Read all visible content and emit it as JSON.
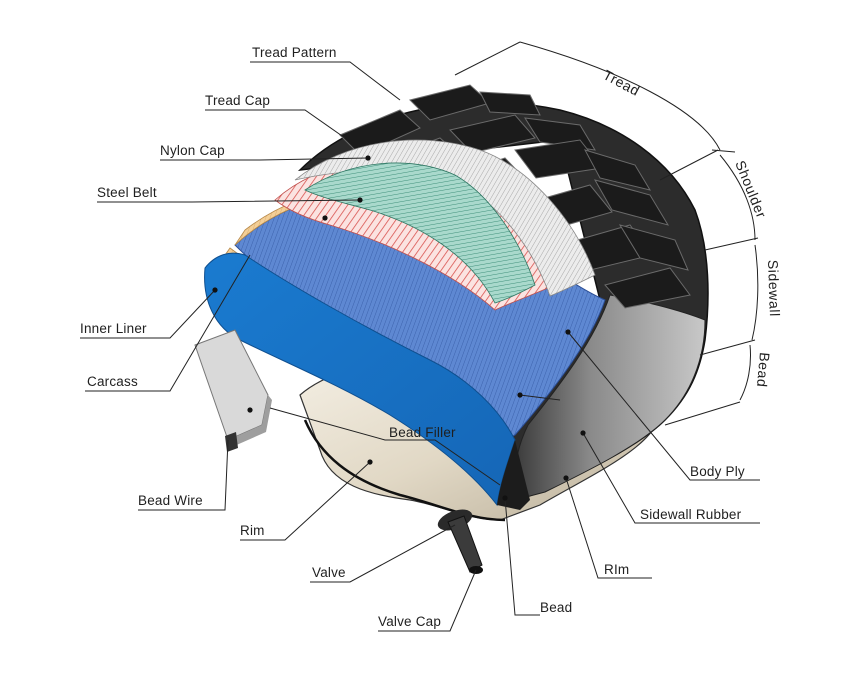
{
  "labels": {
    "tread_pattern": "Tread Pattern",
    "tread_cap": "Tread Cap",
    "nylon_cap": "Nylon Cap",
    "steel_belt": "Steel Belt",
    "inner_liner": "Inner Liner",
    "carcass": "Carcass",
    "bead_wire": "Bead Wire",
    "rim_left": "Rim",
    "valve": "Valve",
    "valve_cap": "Valve Cap",
    "bead_bottom": "Bead",
    "bead_filler": "Bead Filler",
    "rim_right": "RIm",
    "sidewall_rubber": "Sidewall Rubber",
    "body_ply": "Body Ply"
  },
  "dimensions": {
    "tread": "Tread",
    "shoulder": "Shoulder",
    "sidewall": "Sidewall",
    "bead": "Bead"
  },
  "colors": {
    "rubber": "#2a2a2a",
    "nylon_cap": "#e4e4e4",
    "steel_belt": "#9fd2c4",
    "belt_edge": "#f2b4b0",
    "body_ply": "#5b84cf",
    "filler": "#f2c98e",
    "inner_liner": "#1f7ed2",
    "rim": "#e4dccb"
  }
}
